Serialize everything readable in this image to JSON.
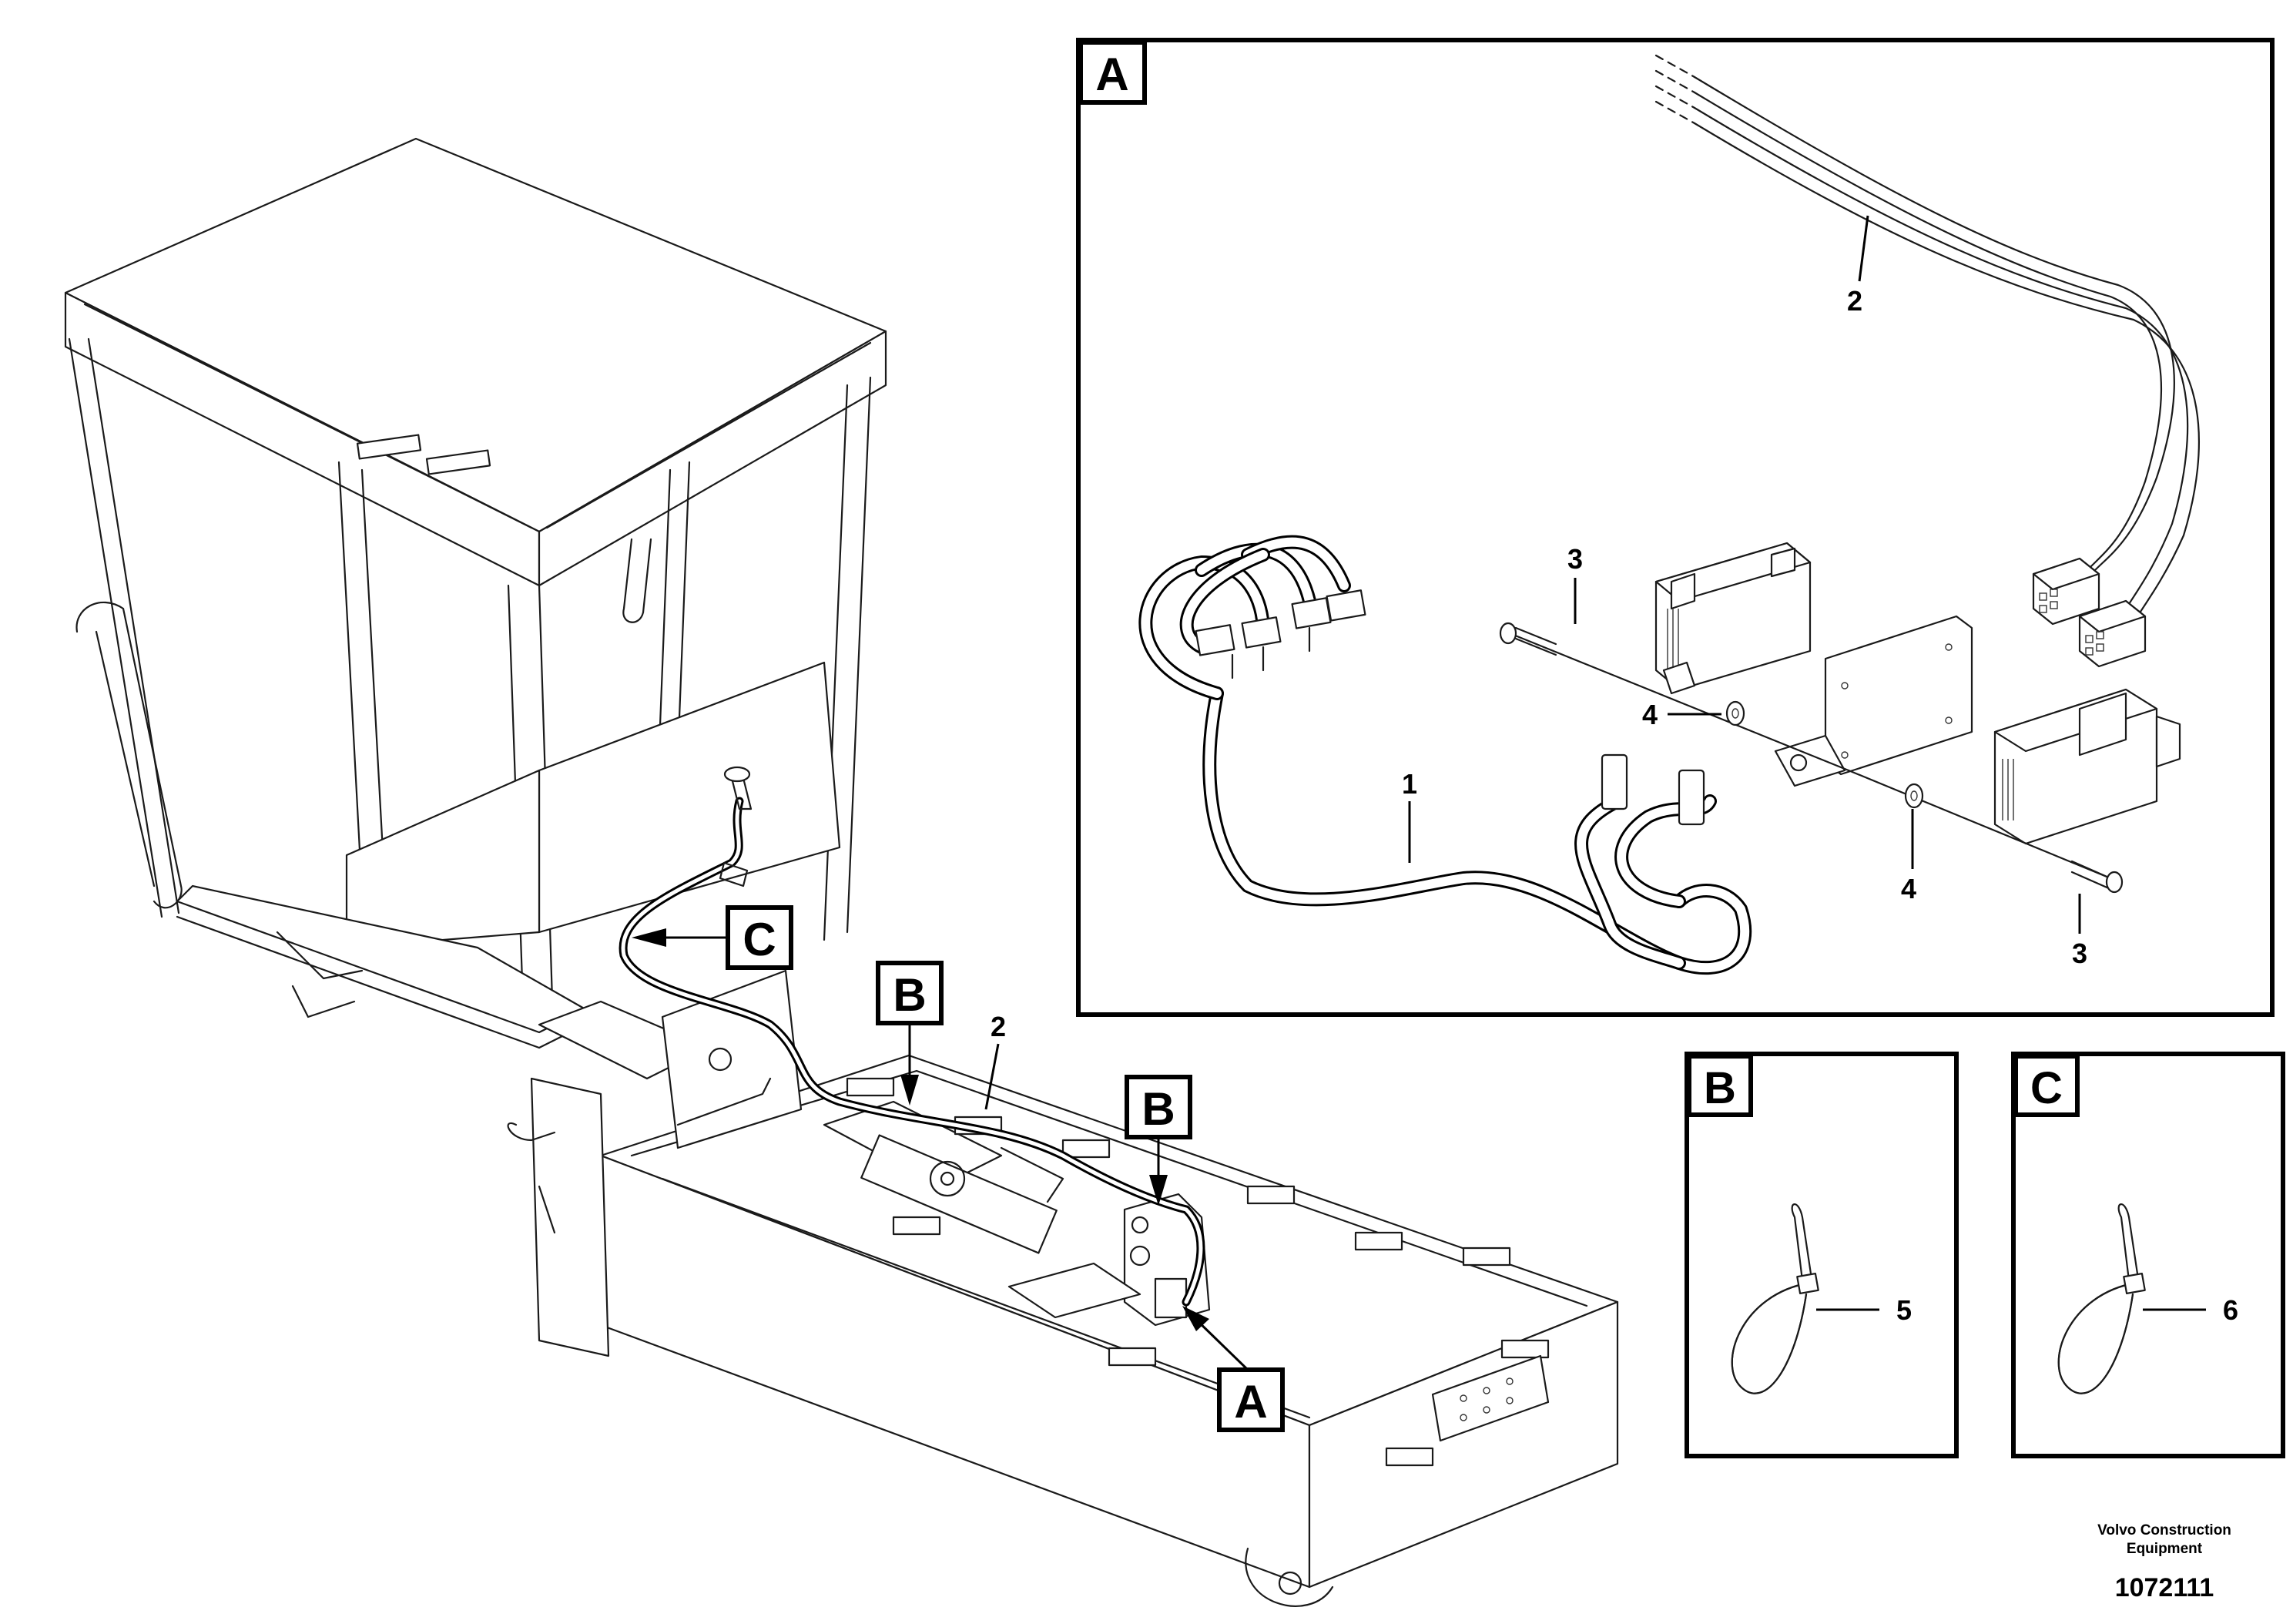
{
  "callouts": {
    "detail_a_letter": "A",
    "detail_b_letter": "B",
    "detail_c_letter": "C",
    "main_a": "A",
    "main_b1": "B",
    "main_b2": "B",
    "main_c": "C",
    "main_item2": "2"
  },
  "detail_a": {
    "item1": "1",
    "item2": "2",
    "item3_top": "3",
    "item3_bottom": "3",
    "item4_left": "4",
    "item4_bottom": "4"
  },
  "detail_b": {
    "item5": "5"
  },
  "detail_c": {
    "item6": "6"
  },
  "footer": {
    "company_line1": "Volvo Construction",
    "company_line2": "Equipment",
    "drawing_number": "1072111"
  }
}
